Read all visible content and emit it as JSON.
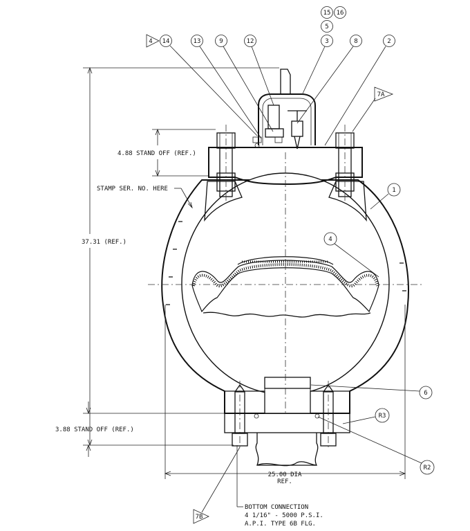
{
  "balloons": {
    "b15": "15",
    "b16": "16",
    "b5": "5",
    "b3": "3",
    "b8": "8",
    "b2": "2",
    "b4_flag": "4",
    "b14": "14",
    "b13": "13",
    "b9": "9",
    "b12": "12",
    "b7a": "7A",
    "b1": "1",
    "b4": "4",
    "b6": "6",
    "r3": "R3",
    "r2": "R2",
    "b7b": "7B"
  },
  "dimensions": {
    "top_standoff": "4.88 STAND OFF (REF.)",
    "overall_height": "37.31 (REF.)",
    "bottom_standoff": "3.88 STAND OFF (REF.)",
    "diameter_line1": "25.00 DIA",
    "diameter_line2": "REF."
  },
  "notes": {
    "stamp": "STAMP SER. NO. HERE",
    "bottom_line1": "BOTTOM CONNECTION",
    "bottom_line2": "4 1/16\" - 5000 P.S.I.",
    "bottom_line3": "A.P.I. TYPE 6B FLG."
  }
}
